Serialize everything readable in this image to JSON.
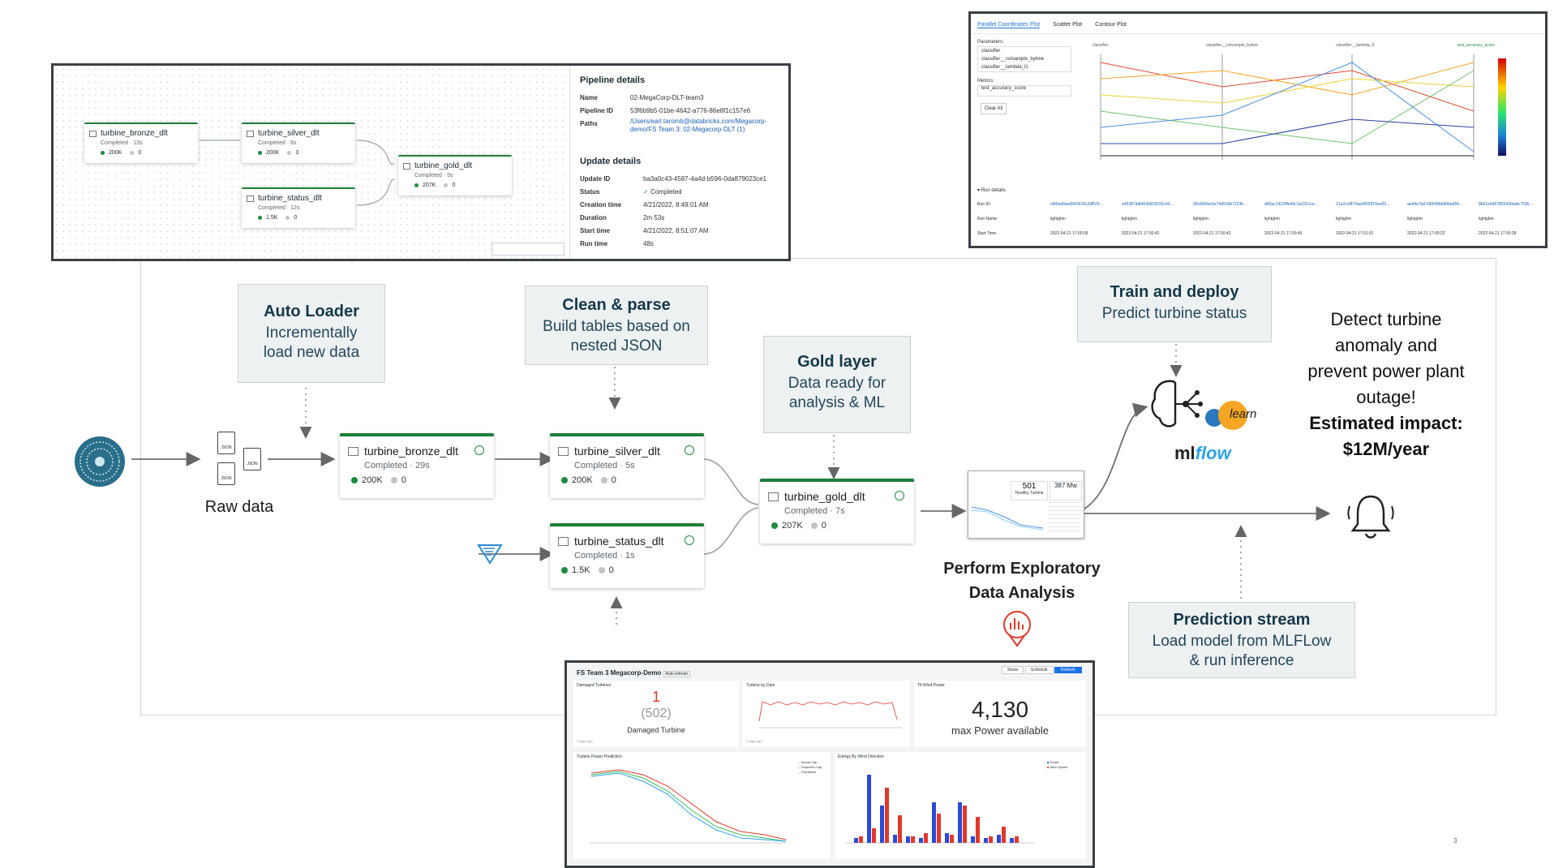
{
  "pipeline_panel": {
    "title": "Pipeline details",
    "rows": [
      {
        "k": "Name",
        "v": "02-MegaCorp-DLT-team3"
      },
      {
        "k": "Pipeline ID",
        "v": "53f6b9b5-01be-4642-a776-86e8f1c157e6"
      },
      {
        "k": "Paths",
        "v": "/Users/earl.taromb@databricks.com/Megacorp-demo/FS Team 3: 02-Megacorp-DLT (1)"
      }
    ],
    "update_title": "Update details",
    "update_rows": [
      {
        "k": "Update ID",
        "v": "ba3a0c43-4587-4a4d-b596-0da879023ce1"
      },
      {
        "k": "Status",
        "v": "Completed"
      },
      {
        "k": "Creation time",
        "v": "4/21/2022, 8:49:01 AM"
      },
      {
        "k": "Duration",
        "v": "2m 53s"
      },
      {
        "k": "Start time",
        "v": "4/21/2022, 8:51:07 AM"
      },
      {
        "k": "Run time",
        "v": "48s"
      }
    ],
    "mini_nodes": [
      {
        "name": "turbine_bronze_dlt",
        "status": "Completed · 13s",
        "c1": "200K",
        "c2": "0"
      },
      {
        "name": "turbine_silver_dlt",
        "status": "Completed · 6s",
        "c1": "200K",
        "c2": "3"
      },
      {
        "name": "turbine_status_dlt",
        "status": "Completed · 12s",
        "c1": "1.5K",
        "c2": "0"
      },
      {
        "name": "turbine_gold_dlt",
        "status": "Completed · 5s",
        "c1": "207K",
        "c2": "0"
      }
    ]
  },
  "mlflow_panel": {
    "tabs": [
      "Parallel Coordinates Plot",
      "Scatter Plot",
      "Contour Plot"
    ],
    "params_label": "Parameters:",
    "params": [
      "classifier",
      "classifier__colsample_bytree",
      "classifier__lambda_l1"
    ],
    "metrics_label": "Metrics:",
    "metrics": [
      "test_accuracy_score"
    ],
    "clear_label": "Clear All",
    "axes": [
      "classifier",
      "classifier__colsample_bytree",
      "classifier__lambda_l1",
      "test_accuracy_score"
    ],
    "run_details_label": "Run details",
    "run_row_labels": [
      "Run ID:",
      "Run Name:",
      "Start Time:"
    ],
    "run_ids": [
      "cbf9ad0aed943618c2df529…",
      "e45387ddbf649d18193c40…",
      "05c9bf3ec6e74d918b7223b…",
      "d43ac14239fe45c1a1521ce…",
      "21a2ccf870ae4902815ee59…",
      "ae94a7a67d6549bb96bed94…",
      "8b61e496789242bbafc7636…"
    ],
    "run_names": [
      "lightgbm",
      "lightgbm",
      "lightgbm",
      "lightgbm",
      "lightgbm",
      "lightgbm",
      "lightgbm"
    ],
    "start_times": [
      "2022-04-21 17:00:09",
      "2022-04-21 17:00:42",
      "2022-04-21 17:00:42",
      "2022-04-21 17:00:49",
      "2022-04-21 17:01:01",
      "2022-04-21 17:00:22",
      "2022-04-21 17:00:28"
    ],
    "accent": "#1a73e8"
  },
  "callouts": {
    "auto_loader": {
      "title": "Auto Loader",
      "line1": "Incrementally",
      "line2": "load new data"
    },
    "clean_parse": {
      "title": "Clean & parse",
      "line1": "Build tables based on",
      "line2": "nested JSON"
    },
    "gold_layer": {
      "title": "Gold layer",
      "line1": "Data ready for",
      "line2": "analysis & ML"
    },
    "train_deploy": {
      "title": "Train and deploy",
      "line1": "Predict turbine status"
    },
    "prediction_stream": {
      "title": "Prediction stream",
      "line1": "Load model from MLFLow",
      "line2": "& run inference"
    }
  },
  "raw_data_label": "Raw data",
  "json_label": "JSON",
  "nodes": {
    "bronze": {
      "name": "turbine_bronze_dlt",
      "status": "Completed · 29s",
      "c1": "200K",
      "c2": "0"
    },
    "silver": {
      "name": "turbine_silver_dlt",
      "status": "Completed · 5s",
      "c1": "200K",
      "c2": "0"
    },
    "status": {
      "name": "turbine_status_dlt",
      "status": "Completed · 1s",
      "c1": "1.5K",
      "c2": "0"
    },
    "gold": {
      "name": "turbine_gold_dlt",
      "status": "Completed · 7s",
      "c1": "207K",
      "c2": "0"
    }
  },
  "eda": {
    "line1": "Perform Exploratory",
    "line2": "Data Analysis",
    "mini_val1": "501",
    "mini_lbl1": "Healthy Turbine",
    "mini_val2": "387 Mw"
  },
  "ml_logos": {
    "learn": "learn",
    "mlflow_a": "ml",
    "mlflow_b": "flow"
  },
  "outcome": {
    "line1": "Detect turbine",
    "line2": "anomaly and",
    "line3": "prevent power plant",
    "line4": "outage!",
    "impact1": "Estimated impact:",
    "impact2": "$12M/year"
  },
  "dashboard": {
    "title": "FS Team 3 Megacorp-Demo",
    "tag": "Auto-refresh",
    "buttons": [
      "Share",
      "Schedule",
      "Refresh"
    ],
    "damaged_title": "Damaged Turbines",
    "damaged_value": "1",
    "damaged_total": "(502)",
    "damaged_label": "Damaged Turbine",
    "ts_title": "Turbine by Date",
    "kw_title": "Ttl Wind Power",
    "kw_value": "4,130",
    "kw_label": "max Power available",
    "pred_title": "Turbine Power Prediction",
    "energy_title": "Energy By Wind Direction",
    "legend_energy": [
      "Power",
      "Wind Speed"
    ],
    "legend_pred": [
      "Actual Cap",
      "Expected Cap",
      "Prediction"
    ],
    "footer": "3 days ago",
    "page_no": "3"
  },
  "colors": {
    "green": "#1e7f3a",
    "callout_bg": "#eef1f2",
    "teal": "#2a6f8a",
    "red": "#e2382b",
    "blue": "#2a4bd7"
  }
}
